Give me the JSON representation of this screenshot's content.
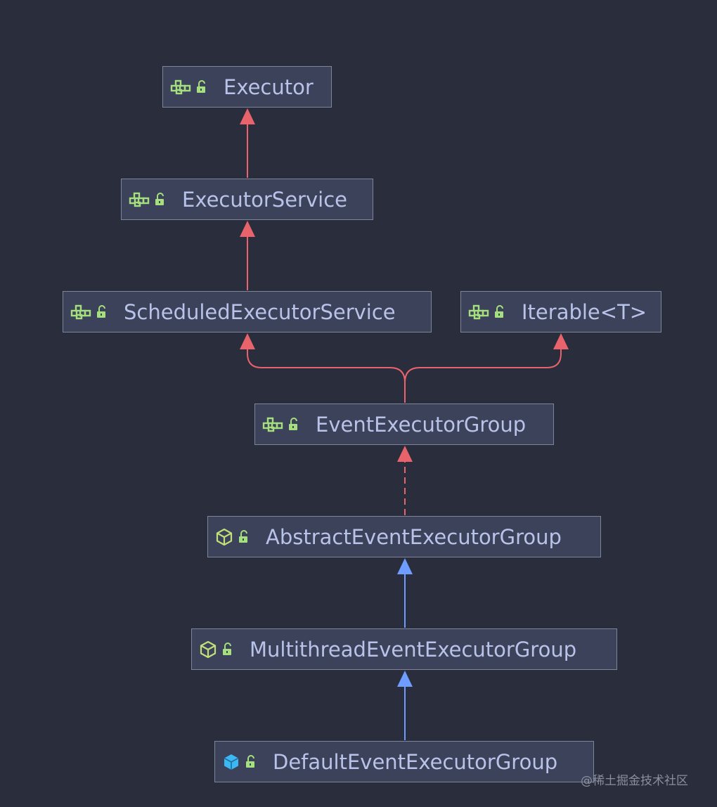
{
  "diagram": {
    "background": "#292d3c",
    "colors": {
      "extends_interface": "#e8636b",
      "extends_class": "#6e9dff",
      "node_fill": "#3b4259",
      "node_border": "#7d8599",
      "node_text": "#b9c2e8",
      "interface_icon": "#a6e07e",
      "abstract_icon": "#c3df7a",
      "class_icon": "#3cb8f5",
      "lock_icon": "#a6e07e"
    },
    "nodes": [
      {
        "id": "executor",
        "label": "Executor",
        "kind": "interface",
        "icon": "interface-icon"
      },
      {
        "id": "executor-service",
        "label": "ExecutorService",
        "kind": "interface",
        "icon": "interface-icon"
      },
      {
        "id": "scheduled-executor-service",
        "label": "ScheduledExecutorService",
        "kind": "interface",
        "icon": "interface-icon"
      },
      {
        "id": "iterable",
        "label": "Iterable<T>",
        "kind": "interface",
        "icon": "interface-icon"
      },
      {
        "id": "event-executor-group",
        "label": "EventExecutorGroup",
        "kind": "interface",
        "icon": "interface-icon"
      },
      {
        "id": "abstract-event-executor-group",
        "label": "AbstractEventExecutorGroup",
        "kind": "abstract-class",
        "icon": "abstract-class-icon"
      },
      {
        "id": "multithread-event-executor-group",
        "label": "MultithreadEventExecutorGroup",
        "kind": "abstract-class",
        "icon": "abstract-class-icon"
      },
      {
        "id": "default-event-executor-group",
        "label": "DefaultEventExecutorGroup",
        "kind": "class",
        "icon": "class-icon"
      }
    ],
    "edges": [
      {
        "from": "executor-service",
        "to": "executor",
        "type": "extends",
        "color": "red",
        "style": "solid"
      },
      {
        "from": "scheduled-executor-service",
        "to": "executor-service",
        "type": "extends",
        "color": "red",
        "style": "solid"
      },
      {
        "from": "event-executor-group",
        "to": "scheduled-executor-service",
        "type": "extends",
        "color": "red",
        "style": "solid"
      },
      {
        "from": "event-executor-group",
        "to": "iterable",
        "type": "extends",
        "color": "red",
        "style": "solid"
      },
      {
        "from": "abstract-event-executor-group",
        "to": "event-executor-group",
        "type": "implements",
        "color": "red",
        "style": "dashed"
      },
      {
        "from": "multithread-event-executor-group",
        "to": "abstract-event-executor-group",
        "type": "extends",
        "color": "blue",
        "style": "solid"
      },
      {
        "from": "default-event-executor-group",
        "to": "multithread-event-executor-group",
        "type": "extends",
        "color": "blue",
        "style": "solid"
      }
    ]
  },
  "watermark": "@稀土掘金技术社区"
}
